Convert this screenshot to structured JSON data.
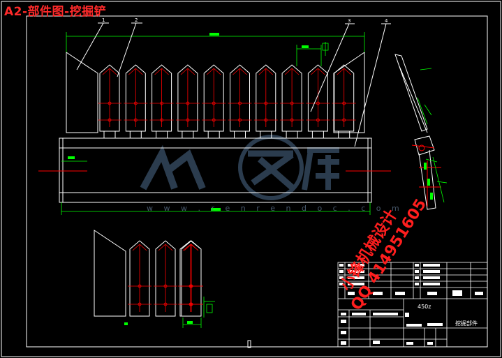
{
  "title": "A2-部件图-挖掘铲",
  "watermark": {
    "brand": "人人文库",
    "url": "w w w . r e n r e n d o c . c o m"
  },
  "stamp": {
    "line1": "小锋机械设计",
    "line2": "QQ 414951605"
  },
  "callouts": [
    "1",
    "2",
    "3",
    "4"
  ],
  "title_block": {
    "scale": "450z",
    "part_name": "挖掘部件"
  },
  "colors": {
    "background": "#000000",
    "line": "#ffffff",
    "dimension": "#00ff00",
    "centerline": "#ff0000",
    "title": "#ff2a2a",
    "watermark": "#3a5068"
  }
}
